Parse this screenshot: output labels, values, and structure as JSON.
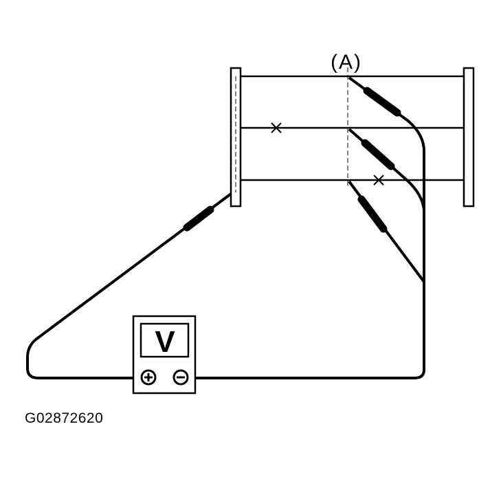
{
  "diagram": {
    "point_label": "(A)",
    "meter_label": "V",
    "meter_positive_symbol": "+",
    "meter_negative_symbol": "−",
    "figure_code": "G02872620",
    "line_color": "#000000",
    "background_color": "#ffffff"
  }
}
